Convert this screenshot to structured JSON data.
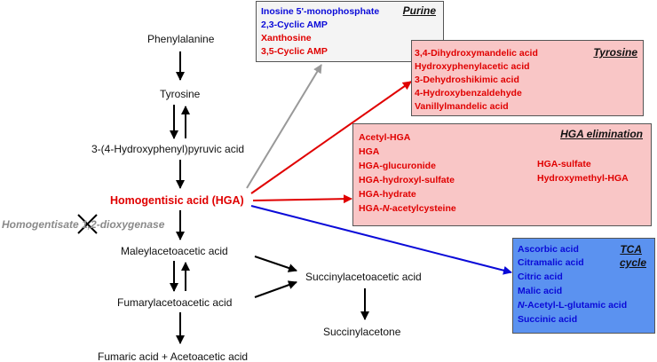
{
  "pathway": {
    "phenylalanine": "Phenylalanine",
    "tyrosine": "Tyrosine",
    "hppa": "3-(4-Hydroxyphenyl)pyruvic acid",
    "hga": "Homogentisic acid (HGA)",
    "enzyme": "Homogentisate 1,2-dioxygenase",
    "maleylacetoacetic": "Maleylacetoacetic acid",
    "fumarylacetoacetic": "Fumarylacetoacetic acid",
    "fumaric_acetoacetic": "Fumaric acid + Acetoacetic acid",
    "succinylacetoacetic": "Succinylacetoacetic acid",
    "succinylacetone": "Succinylacetone"
  },
  "boxes": {
    "purine": {
      "title": "Purine",
      "items": [
        {
          "text": "Inosine 5'-monophosphate",
          "color": "#0a0ad8"
        },
        {
          "text": "2,3-Cyclic AMP",
          "color": "#0a0ad8"
        },
        {
          "text": "Xanthosine",
          "color": "#e00000"
        },
        {
          "text": "3,5-Cyclic AMP",
          "color": "#e00000"
        }
      ]
    },
    "tyrosine": {
      "title": "Tyrosine",
      "items": [
        "3,4-Dihydroxymandelic acid",
        "Hydroxyphenylacetic acid",
        "3-Dehydroshikimic acid",
        "4-Hydroxybenzaldehyde",
        "Vanillylmandelic acid"
      ]
    },
    "hga_elimination": {
      "title": "HGA elimination",
      "items_left": [
        "Acetyl-HGA",
        "HGA",
        "HGA-glucuronide",
        "HGA-hydroxyl-sulfate",
        "HGA-hydrate"
      ],
      "last_left_prefix": "HGA-",
      "last_left_italic": "N",
      "last_left_suffix": "-acetylcysteine",
      "items_right": [
        "HGA-sulfate",
        "Hydroxymethyl-HGA"
      ]
    },
    "tca": {
      "title_line1": "TCA",
      "title_line2": "cycle",
      "items": [
        "Ascorbic acid",
        "Citramalic acid",
        "Citric acid",
        "Malic acid"
      ],
      "acetyl_italic": "N",
      "acetyl_suffix": "-Acetyl-L-glutamic acid",
      "last_item": "Succinic acid"
    }
  },
  "colors": {
    "arrow_black": "#000000",
    "arrow_gray": "#999999",
    "arrow_red": "#e00000",
    "arrow_blue": "#0a0ad8",
    "pink_box": "#f9c6c6",
    "tca_box": "#5b92f0",
    "purine_box": "#f4f4f4"
  }
}
